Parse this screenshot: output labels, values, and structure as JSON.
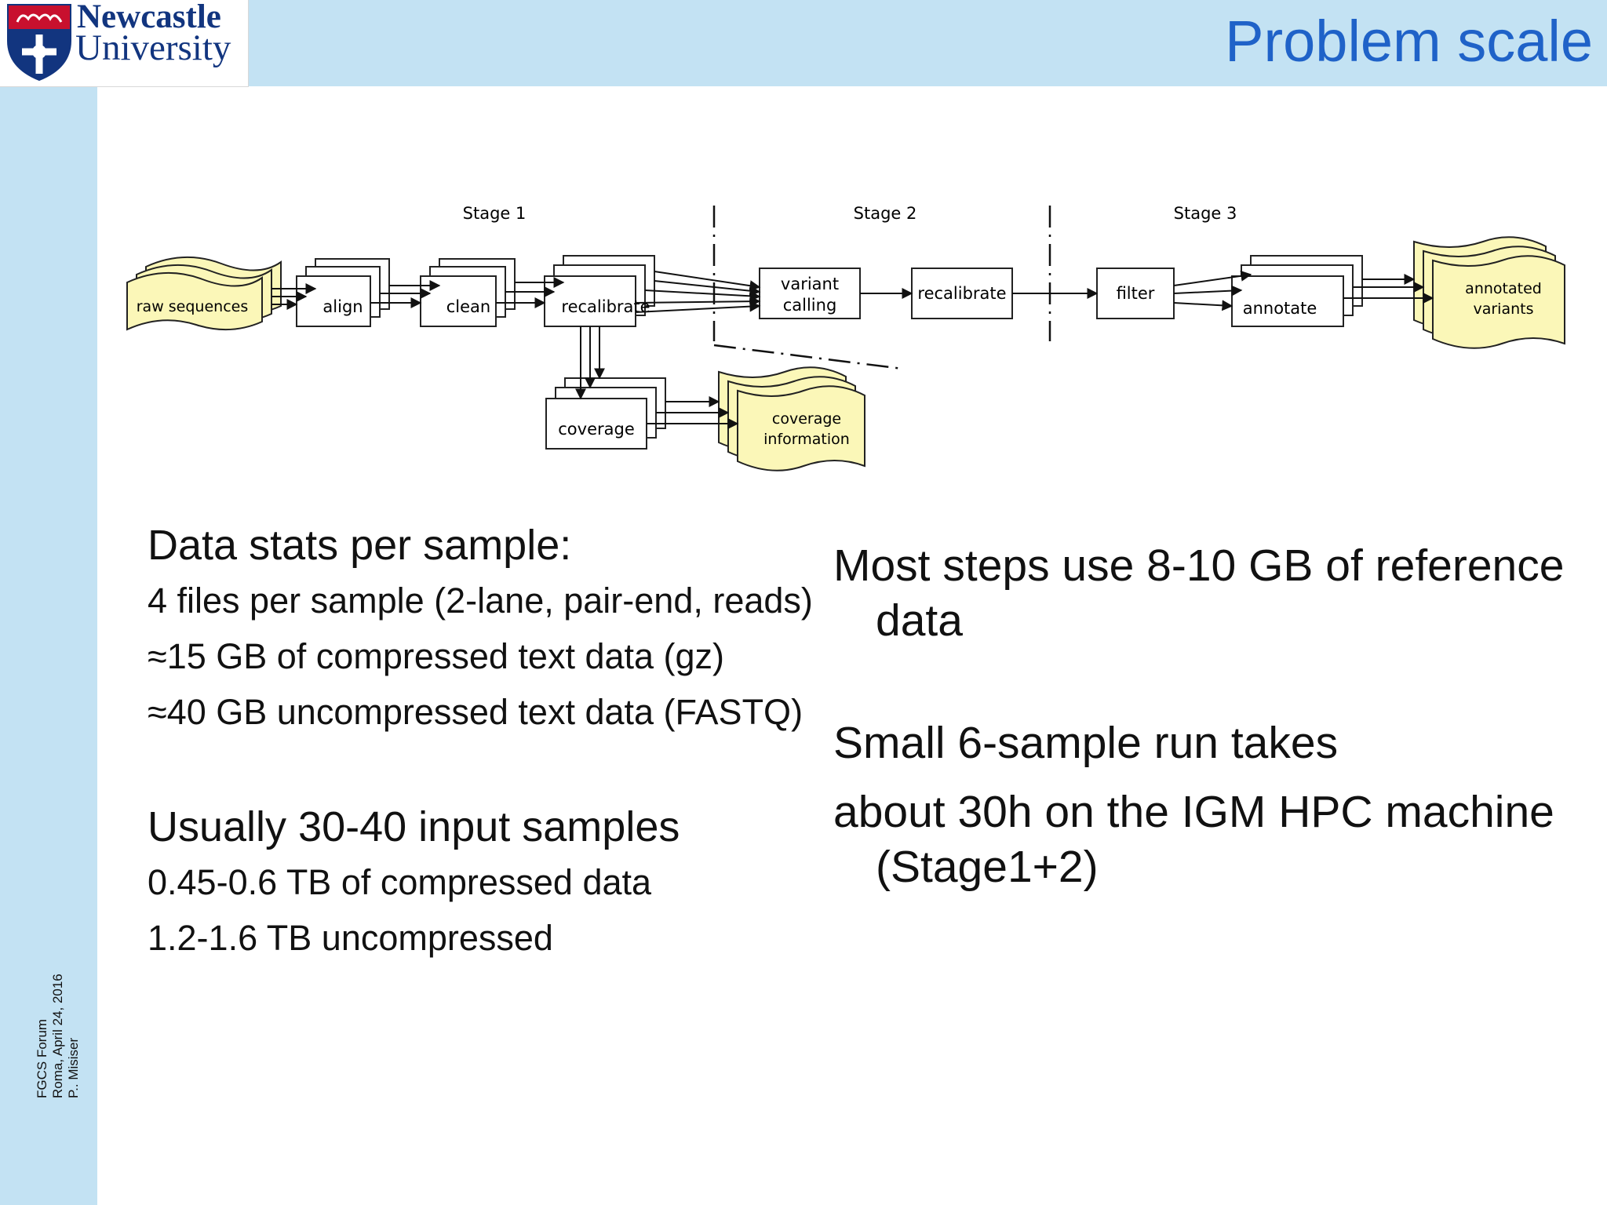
{
  "header": {
    "logo_line1": "Newcastle",
    "logo_line2": "University",
    "title": "Problem scale"
  },
  "footer": {
    "line1": "FGCS Forum",
    "line2": "Roma, April 24, 2016",
    "line3": "P.. Misiser"
  },
  "diagram": {
    "stage1": "Stage 1",
    "stage2": "Stage 2",
    "stage3": "Stage 3",
    "raw_sequences": "raw sequences",
    "align": "align",
    "clean": "clean",
    "recalibrate1": "recalibrate",
    "variant_line1": "variant",
    "variant_line2": "calling",
    "recalibrate2": "recalibrate",
    "filter": "filter",
    "annotate": "annotate",
    "annotated_line1": "annotated",
    "annotated_line2": "variants",
    "coverage": "coverage",
    "coverage_info_line1": "coverage",
    "coverage_info_line2": "information"
  },
  "left": {
    "heading1": "Data stats per sample:",
    "items1": [
      "4 files per sample (2-lane, pair-end, reads)",
      "≈15 GB of compressed text data (gz)",
      "≈40 GB uncompressed text data (FASTQ)"
    ],
    "heading2": "Usually 30-40 input samples",
    "items2": [
      "0.45-0.6 TB of compressed data",
      "1.2-1.6 TB uncompressed"
    ]
  },
  "right": {
    "para1": "Most steps use 8-10 GB of reference data",
    "para2": "Small 6-sample run takes",
    "para3": "about 30h on the IGM HPC machine (Stage1+2)"
  },
  "colors": {
    "band": "#c3e2f3",
    "title": "#1f62c8",
    "logo_text": "#12357f",
    "data_shape": "#fbf7b8"
  }
}
